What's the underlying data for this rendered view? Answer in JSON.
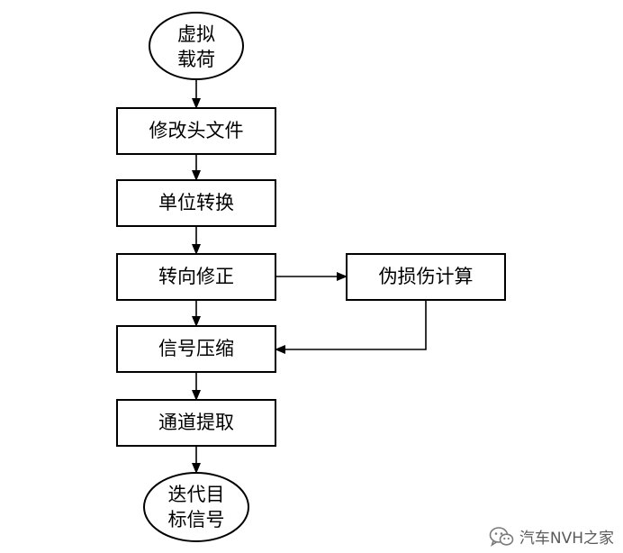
{
  "nodes": {
    "virtual_load": [
      "虚拟",
      "载荷"
    ],
    "modify_header": "修改头文件",
    "unit_conversion": "单位转换",
    "direction_correction": "转向修正",
    "pseudo_damage": "伪损伤计算",
    "signal_compression": "信号压缩",
    "channel_extraction": "通道提取",
    "target_signal": [
      "迭代目",
      "标信号"
    ]
  },
  "watermark": {
    "text": "汽车NVH之家",
    "icon": "wechat-icon"
  },
  "colors": {
    "stroke": "#000000",
    "fill": "#ffffff",
    "watermark": "#5a5a5a"
  }
}
